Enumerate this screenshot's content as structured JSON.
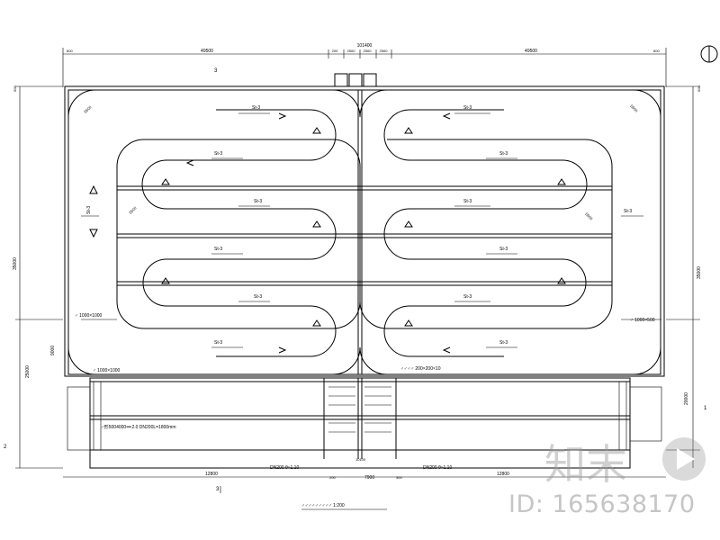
{
  "drawing": {
    "dims_top": {
      "total": "101400",
      "left_span": "49500",
      "right_span": "49500",
      "mid": [
        "200",
        "2500",
        "2500",
        "2500"
      ],
      "end_l": "600",
      "end_r": "600"
    },
    "dims_left": {
      "upper": "35000",
      "lower": "25000",
      "mid": "9000",
      "small": "500"
    },
    "dims_right": {
      "upper": "35000",
      "lower": "20000",
      "small": "500"
    },
    "dims_bottom": {
      "left": "12800",
      "mid": "7900",
      "right": "12800",
      "c1": "200",
      "c2": "300",
      "c3": "10100"
    },
    "section_marks": {
      "top": "3",
      "bottom": "3",
      "left": "2",
      "right": "1"
    },
    "pipe_labels": [
      "DN200 θ»1.10",
      "DN200 θ»1.10"
    ],
    "window_left": "♂ 1000×1000",
    "window_right": "♂ 1000×500",
    "label_st": "St-3",
    "note_left": "♂形5004000➖2.0 DN200L=1800mm",
    "note_top_mid": "♂♂♂♂ 200×200×10",
    "caption": "♂♂♂♂♂♂♂♂♂ 1:200",
    "arc_dims": [
      "D500",
      "D500",
      "D500",
      "D500"
    ]
  },
  "watermark": {
    "brand": "知末",
    "id": "ID: 165638170"
  }
}
